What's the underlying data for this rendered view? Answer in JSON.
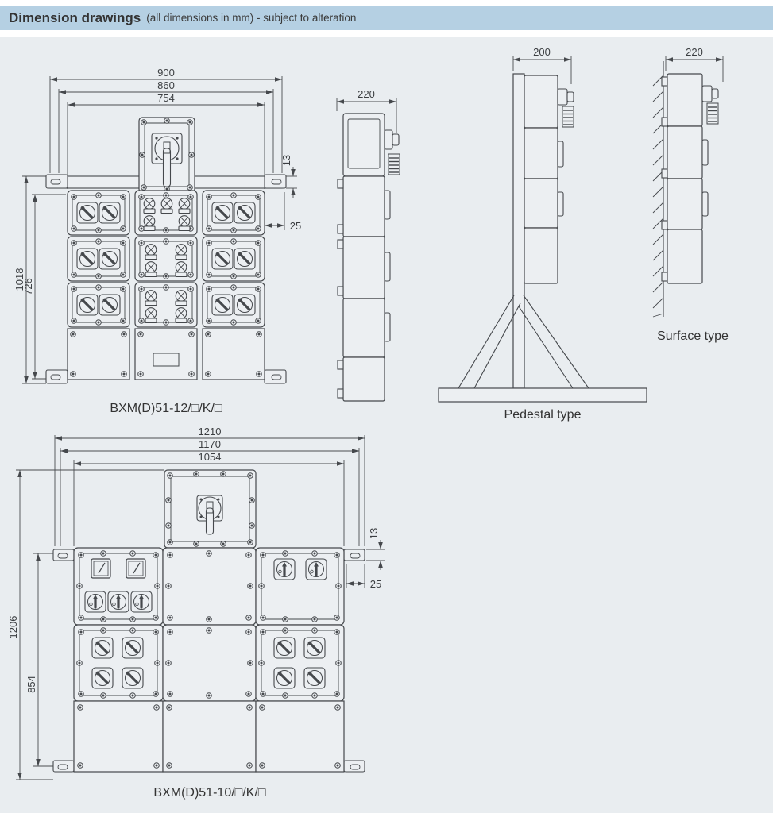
{
  "header": {
    "title": "Dimension drawings",
    "subtitle": "(all dimensions in mm) - subject to alteration"
  },
  "drawings": {
    "front12": {
      "label": "BXM(D)51-12/□/K/□",
      "dim_width_outer": "900",
      "dim_width_mid": "860",
      "dim_width_inner": "754",
      "dim_height_outer": "1018",
      "dim_height_inner": "726",
      "dim_bracket_height": "13",
      "dim_bracket_offset": "25"
    },
    "side12": {
      "dim_depth": "220"
    },
    "pedestal": {
      "caption": "Pedestal type",
      "dim_depth": "200"
    },
    "surface": {
      "caption": "Surface type",
      "dim_depth": "220"
    },
    "front10": {
      "label": "BXM(D)51-10/□/K/□",
      "dim_width_outer": "1210",
      "dim_width_mid": "1170",
      "dim_width_inner": "1054",
      "dim_height_outer": "1206",
      "dim_height_inner": "854",
      "dim_bracket_height": "13",
      "dim_bracket_offset": "25"
    }
  },
  "colors": {
    "header_bg": "#b5d0e3",
    "content_bg": "#e9edf0",
    "line": "#45484c"
  }
}
